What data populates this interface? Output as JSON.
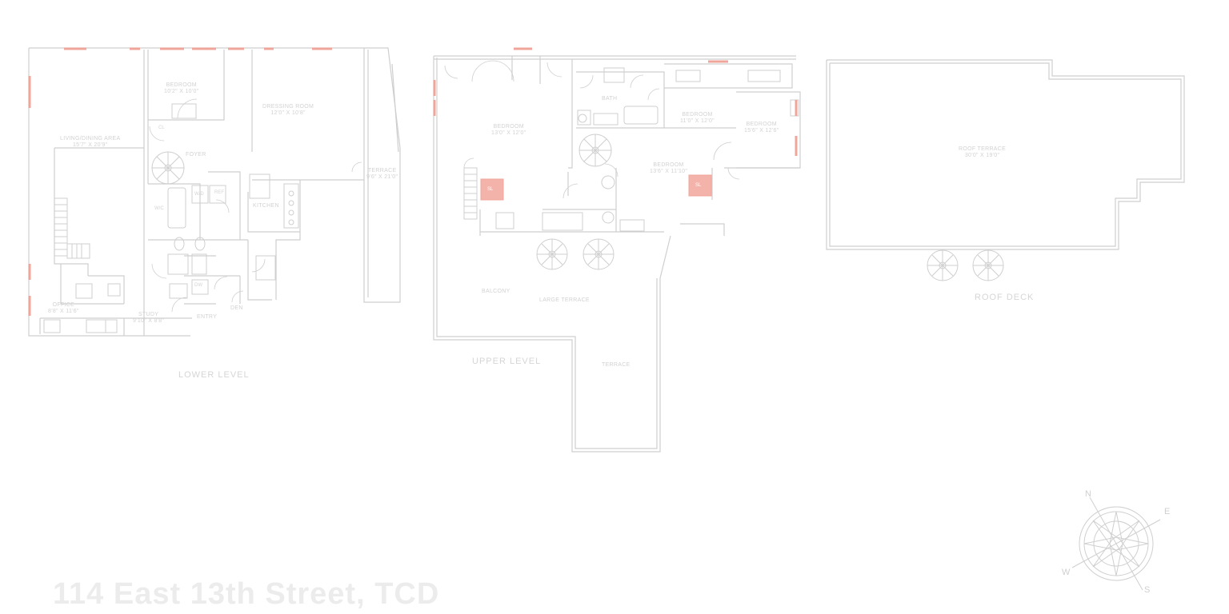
{
  "address": "114 East 13th Street, TCD",
  "colors": {
    "line": "#cfcfcf",
    "window": "#f0a59a",
    "skylight": "#f3b3aa",
    "text": "#d2d2d2"
  },
  "levels": {
    "lower": "LOWER LEVEL",
    "upper": "UPPER LEVEL",
    "roof": "ROOF DECK"
  },
  "rooms": {
    "living_dining": {
      "name": "LIVING/DINING AREA",
      "size": "15'7\" x 20'9\""
    },
    "bedroom": {
      "name": "BEDROOM",
      "size": "10'2\" x 10'0\""
    },
    "dressing_room": {
      "name": "DRESSING ROOM",
      "size": "12'0\" x 10'8\""
    },
    "foyer": {
      "name": "FOYER",
      "size": ""
    },
    "kitchen": {
      "name": "KITCHEN",
      "size": ""
    },
    "terrace_lower": {
      "name": "TERRACE",
      "size": "9'6\" x 21'0\""
    },
    "office": {
      "name": "OFFICE",
      "size": "8'8\" x 11'6\""
    },
    "study": {
      "name": "STUDY",
      "size": "9'10\" x 8'8\""
    },
    "den": {
      "name": "DEN",
      "size": ""
    },
    "entry": {
      "name": "ENTRY",
      "size": ""
    },
    "bedroom_upper": {
      "name": "BEDROOM",
      "size": "13'0\" x 12'0\""
    },
    "bedroom_2": {
      "name": "BEDROOM",
      "size": "11'0\" x 12'0\""
    },
    "bedroom_3": {
      "name": "BEDROOM",
      "size": "15'6\" x 12'6\""
    },
    "bedroom_4": {
      "name": "BEDROOM",
      "size": "13'6\" x 11'10\""
    },
    "bath": {
      "name": "BATH",
      "size": ""
    },
    "terrace_upper": {
      "name": "LARGE TERRACE",
      "size": ""
    },
    "terrace_side": {
      "name": "TERRACE",
      "size": ""
    },
    "balcony": {
      "name": "BALCONY",
      "size": ""
    },
    "roof_terrace": {
      "name": "ROOF TERRACE",
      "size": "30'0\" x 19'0\""
    }
  },
  "tags": {
    "skylight": "SL",
    "wic": "W/C",
    "closet": "CL",
    "wd": "W/D",
    "ref": "REF",
    "dw": "DW"
  },
  "compass": {
    "n": "N",
    "e": "E",
    "s": "S",
    "w": "W"
  }
}
